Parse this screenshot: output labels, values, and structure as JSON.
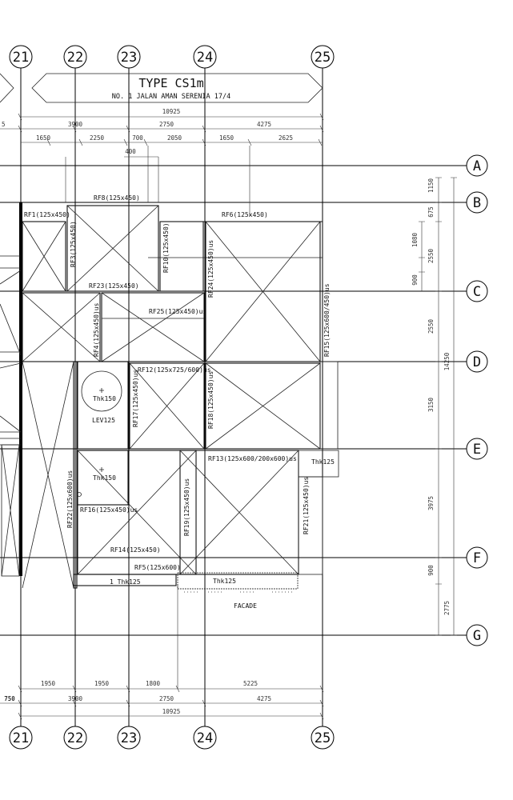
{
  "title": {
    "main": "TYPE CS1m",
    "sub": "NO. 1 JALAN AMAN SERENIA 17/4"
  },
  "grid_columns": [
    "21",
    "22",
    "23",
    "24",
    "25"
  ],
  "grid_rows": [
    "A",
    "B",
    "C",
    "D",
    "E",
    "F",
    "G"
  ],
  "top_dimensions": {
    "overall": "10925",
    "segments": [
      "3900",
      "2750",
      "4275"
    ],
    "sub_segments": [
      "1650",
      "2250",
      "700",
      "2050",
      "1650",
      "2625"
    ],
    "small": "400",
    "left_cut": "5"
  },
  "right_dimensions": {
    "segments": [
      "1150",
      "675",
      "1080",
      "2550",
      "900",
      "2550",
      "3150",
      "3975",
      "900",
      "2775"
    ],
    "overall": "14250"
  },
  "bottom_dimensions": {
    "row1": [
      "1950",
      "1950",
      "1800",
      "5225"
    ],
    "row2": [
      "3900",
      "2750",
      "4275"
    ],
    "overall": "10925",
    "left": "750"
  },
  "beam_labels": {
    "rf8": "RF8(125x450)",
    "rf1": "RF1(125x450)",
    "rf6": "RF6(125x450)",
    "rf3": "RF3(125x450)",
    "rf10": "RF10(125x450)",
    "rf24": "RF24(125x450)us",
    "rf23": "RF23(125x450)",
    "rf25": "RF25(125x450)us",
    "rf4": "RF4(125x450)us",
    "rf15": "RF15(125x600/450)us",
    "rf12": "RF12(125x725/600)us",
    "rf17": "RF17(125x450)us",
    "rf18": "RF18(125x450)us",
    "rf13": "RF13(125x600/200x600)us",
    "rf22": "RF22(125x600)us",
    "rf16": "RF16(125x450)us",
    "rf19": "RF19(125x450)us",
    "rf21": "RF21(125x450)us",
    "rf14": "RF14(125x450)",
    "rf5": "RF5(125x600)"
  },
  "slab_labels": {
    "thk150_a": "Thk150",
    "lev125": "LEV125",
    "thk150_b": "Thk150",
    "thk125_right": "Thk125",
    "thk125_bottom": "1  Thk125",
    "thk125_facade": "Thk125"
  },
  "facade_label": "FACADE"
}
